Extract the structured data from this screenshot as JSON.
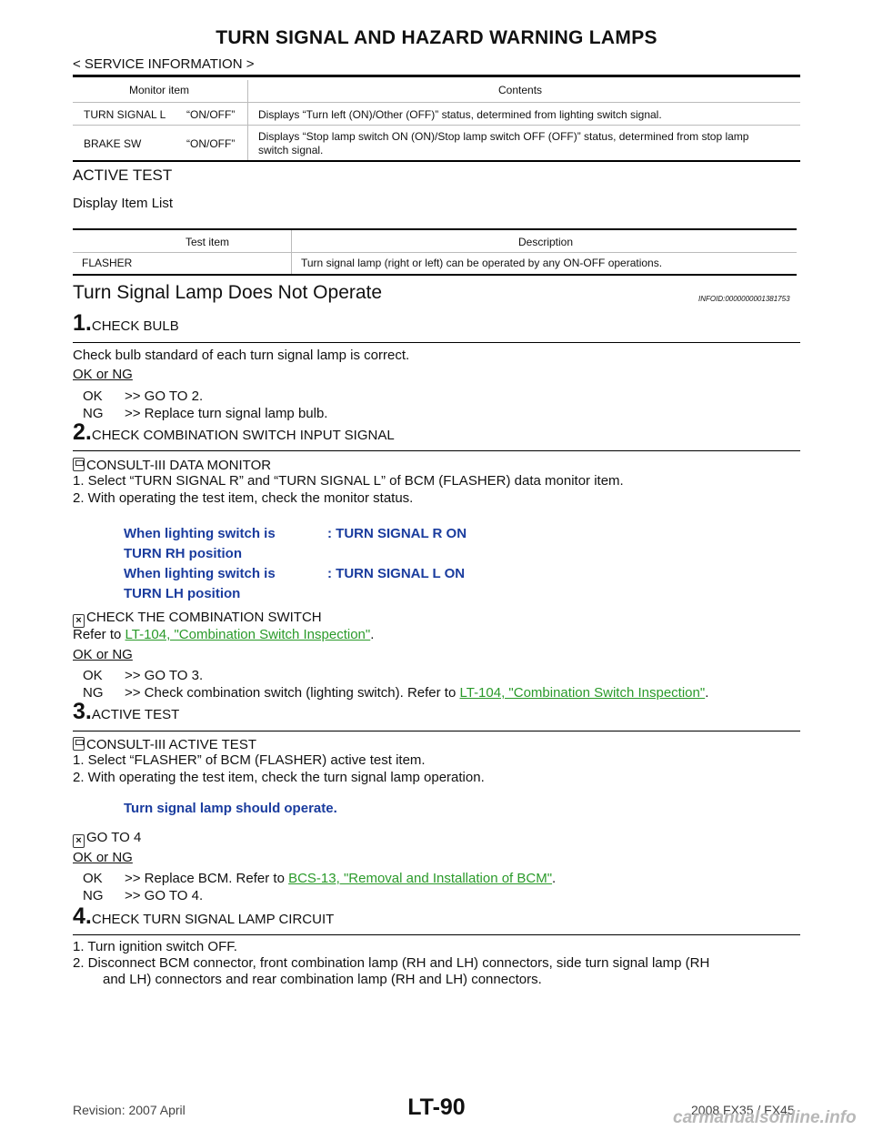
{
  "header": {
    "title": "TURN SIGNAL AND HAZARD WARNING LAMPS",
    "subtitle": "< SERVICE INFORMATION >"
  },
  "monitor_table": {
    "col1": "Monitor item",
    "col2": "Contents",
    "rows": [
      {
        "item": "TURN SIGNAL L",
        "value": "“ON/OFF”",
        "contents": "Displays “Turn left (ON)/Other (OFF)” status, determined from lighting switch signal."
      },
      {
        "item": "BRAKE SW",
        "value": "“ON/OFF”",
        "contents_1": "Displays “Stop lamp switch ON (ON)/Stop lamp switch OFF (OFF)” status, determined from stop lamp",
        "contents_2": "switch signal."
      }
    ]
  },
  "active_test": {
    "heading": "ACTIVE TEST",
    "sub": "Display Item List",
    "col1": "Test item",
    "col2": "Description",
    "row_item": "FLASHER",
    "row_desc": "Turn signal lamp (right or left) can be operated by any ON-OFF operations."
  },
  "section": {
    "title": "Turn Signal Lamp Does Not Operate",
    "infoid": "INFOID:0000000001381753"
  },
  "step1": {
    "num": "1.",
    "title": "CHECK BULB",
    "text": "Check bulb standard of each turn signal lamp is correct.",
    "okng": "OK or NG",
    "ok_label": "OK",
    "ok_text": ">> GO TO 2.",
    "ng_label": "NG",
    "ng_text": ">> Replace turn signal lamp bulb."
  },
  "step2": {
    "num": "2.",
    "title": "CHECK COMBINATION SWITCH INPUT SIGNAL",
    "consult": "CONSULT-III DATA MONITOR",
    "line1": "1.  Select “TURN SIGNAL R” and “TURN SIGNAL L” of BCM (FLASHER) data monitor item.",
    "line2": "2.  With operating the test item, check the monitor status.",
    "cond1a": "When lighting switch is",
    "cond1b": "TURN RH position",
    "res1": ": TURN SIGNAL R ON",
    "cond2a": "When lighting switch is",
    "cond2b": "TURN LH position",
    "res2": ": TURN SIGNAL L ON",
    "alt": "CHECK THE COMBINATION SWITCH",
    "refer_prefix": "Refer to ",
    "refer_link": "LT-104, \"Combination Switch Inspection\"",
    "refer_suffix": ".",
    "okng": "OK or NG",
    "ok_label": "OK",
    "ok_text": ">> GO TO 3.",
    "ng_label": "NG",
    "ng_text": ">> Check combination switch (lighting switch). Refer to ",
    "ng_link": "LT-104, \"Combination Switch Inspection\"",
    "ng_suffix": "."
  },
  "step3": {
    "num": "3.",
    "title": "ACTIVE TEST",
    "consult": "CONSULT-III ACTIVE TEST",
    "line1": "1.  Select “FLASHER” of BCM (FLASHER) active test item.",
    "line2": "2.  With operating the test item, check the turn signal lamp operation.",
    "note": "Turn signal lamp should operate.",
    "alt": "GO TO 4",
    "okng": "OK or NG",
    "ok_label": "OK",
    "ok_text": ">> Replace BCM. Refer to ",
    "ok_link": "BCS-13, \"Removal and Installation of BCM\"",
    "ok_suffix": ".",
    "ng_label": "NG",
    "ng_text": ">> GO TO 4."
  },
  "step4": {
    "num": "4.",
    "title": "CHECK TURN SIGNAL LAMP CIRCUIT",
    "line1": "1.  Turn ignition switch OFF.",
    "line2a": "2.  Disconnect BCM connector, front combination lamp (RH and LH) connectors, side turn signal lamp (RH",
    "line2b": "and LH) connectors and rear combination lamp (RH and LH) connectors."
  },
  "footer": {
    "revision": "Revision: 2007 April",
    "page": "LT-90",
    "model": "2008 FX35 / FX45",
    "watermark": "carmanualsonline.info"
  }
}
